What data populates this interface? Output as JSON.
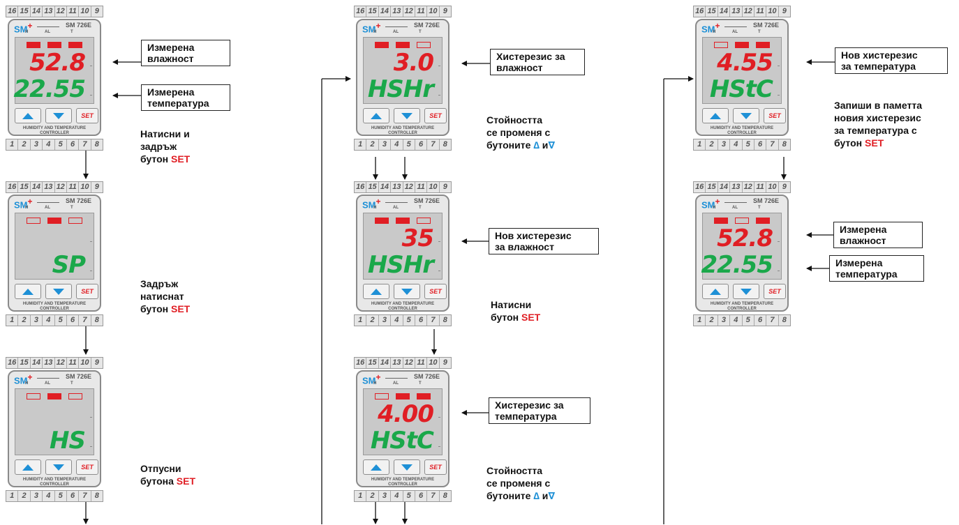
{
  "device": {
    "top_pins": [
      "16",
      "15",
      "14",
      "13",
      "12",
      "11",
      "10",
      "9"
    ],
    "bottom_pins": [
      "1",
      "2",
      "3",
      "4",
      "5",
      "6",
      "7",
      "8"
    ],
    "brand": "SM",
    "brand_plus": "+",
    "model": "SM 726E",
    "indicators": [
      "H",
      "AL",
      "T"
    ],
    "set_label": "SET",
    "footer_line1": "HUMIDITY AND TEMPERATURE",
    "footer_line2": "CONTROLLER"
  },
  "panels": [
    {
      "id": "p1",
      "top": "52.8",
      "bottom": "22.55",
      "leds": [
        1,
        1,
        1
      ]
    },
    {
      "id": "p2",
      "top": "",
      "bottom": "SP",
      "leds": [
        0,
        1,
        0
      ]
    },
    {
      "id": "p3",
      "top": "",
      "bottom": "HS",
      "leds": [
        0,
        1,
        0
      ]
    },
    {
      "id": "p4",
      "top": "3.0",
      "bottom": "HSHr",
      "leds": [
        1,
        1,
        0
      ]
    },
    {
      "id": "p5",
      "top": "35",
      "bottom": "HSHr",
      "leds": [
        1,
        1,
        0
      ]
    },
    {
      "id": "p6",
      "top": "4.00",
      "bottom": "HStC",
      "leds": [
        0,
        1,
        1
      ]
    },
    {
      "id": "p7",
      "top": "4.55",
      "bottom": "HStC",
      "leds": [
        0,
        1,
        1
      ]
    },
    {
      "id": "p8",
      "top": "52.8",
      "bottom": "22.55",
      "leds": [
        1,
        0,
        1
      ]
    }
  ],
  "labels": {
    "p1_hum": [
      "Измерена",
      "влажност"
    ],
    "p1_temp": [
      "Измерена",
      "температура"
    ],
    "p4": [
      "Хистерезис за",
      "влажност"
    ],
    "p5": [
      "Нов хистерезис",
      "за влажност"
    ],
    "p6": [
      "Хистерезис за",
      "температура"
    ],
    "p7": [
      "Нов хистерезис",
      "за температура"
    ],
    "p8_hum": [
      "Измерена",
      "влажност"
    ],
    "p8_temp": [
      "Измерена",
      "температура"
    ]
  },
  "annotations": {
    "a1_text": "Натисни  и\nзадръж\nбутон ",
    "a2_text": "Задръж\nнатиснат\nбутон ",
    "a3_text": "Отпусни\nбутона ",
    "a4_text": "Стойността\nсе променя с\nбутоните ",
    "a5_text": "Натисни\nбутон ",
    "a6_text": "Стойността\nсе променя с\nбутоните ",
    "a7_text": "Запиши в паметта\nновия хистерезис\nза температура с\nбутон ",
    "set_word": "SET",
    "and_word": " и",
    "up_glyph": "∆",
    "down_glyph": "∇"
  },
  "colors": {
    "red": "#e01e24",
    "green": "#1aa84a",
    "blue": "#1e90d6"
  }
}
